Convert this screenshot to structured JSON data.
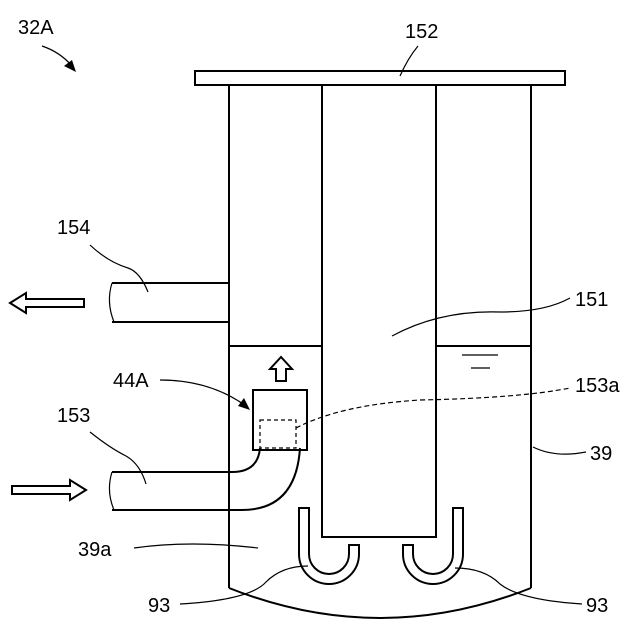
{
  "labels": {
    "figure_ref": "32A",
    "lid": "152",
    "inner_column": "151",
    "outlet_pipe": "154",
    "inlet_pipe": "153",
    "inlet_end": "153a",
    "nozzle_block": "44A",
    "tank": "39",
    "tank_interior": "39a",
    "u_tube_left": "93",
    "u_tube_right": "93"
  }
}
